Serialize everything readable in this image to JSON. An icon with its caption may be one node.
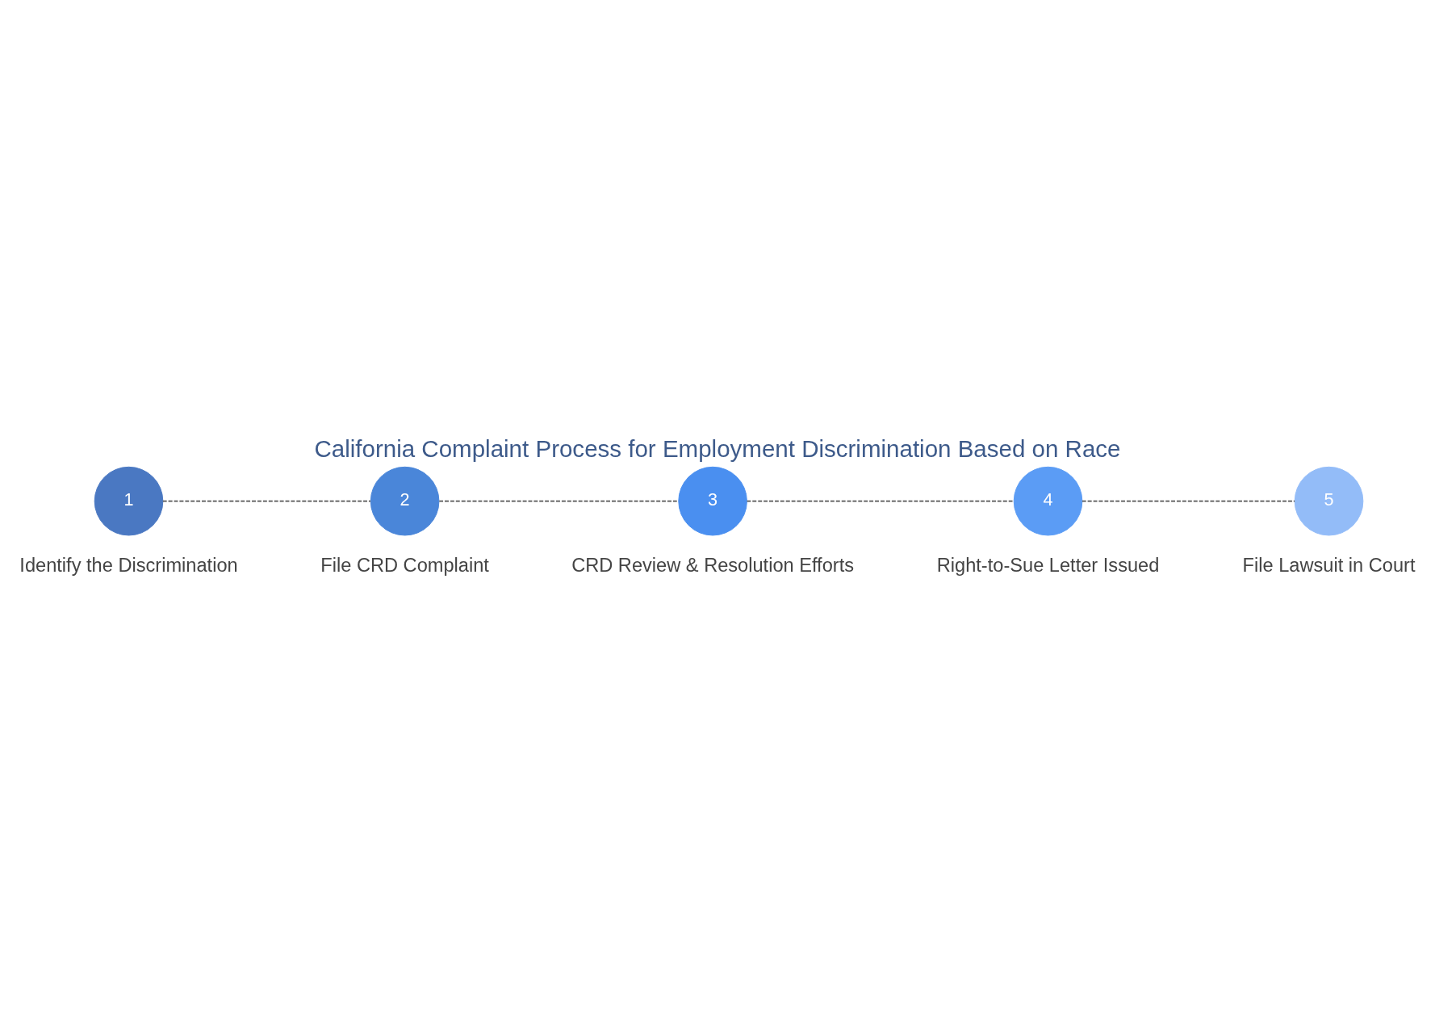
{
  "diagram": {
    "title": "California Complaint Process for Employment Discrimination Based on Race",
    "nodes": [
      {
        "text": [
          "1"
        ],
        "beside": [
          "Identify the Discrimination"
        ]
      },
      {
        "text": [
          "2"
        ],
        "beside": [
          "File CRD Complaint"
        ]
      },
      {
        "text": [
          "3"
        ],
        "beside": [
          "CRD Review & Resolution Efforts"
        ]
      },
      {
        "text": [
          "4"
        ],
        "beside": [
          "Right-to-Sue Letter Issued"
        ]
      },
      {
        "text": [
          "5"
        ],
        "beside": [
          "File Lawsuit in Court"
        ]
      }
    ],
    "edges": [
      {
        "from": 0,
        "to": 1,
        "arrow": "none",
        "style": "dashed"
      },
      {
        "from": 1,
        "to": 2,
        "arrow": "none",
        "style": "dashed"
      },
      {
        "from": 2,
        "to": 3,
        "arrow": "none",
        "style": "dashed"
      },
      {
        "from": 3,
        "to": 4,
        "arrow": "none",
        "style": "dashed"
      }
    ]
  }
}
